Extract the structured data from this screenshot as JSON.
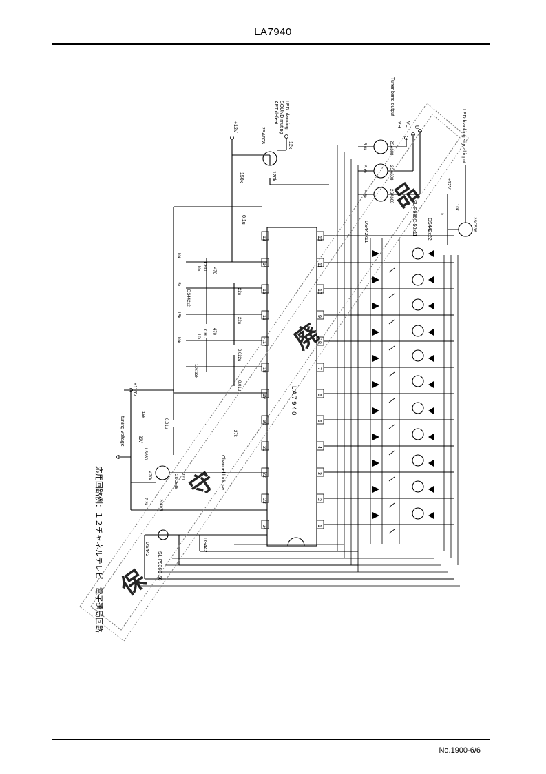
{
  "header": {
    "part_number": "LA7940"
  },
  "footer": {
    "page_number": "No.1900-6/6"
  },
  "diagram": {
    "caption": "応用回路例：１２チャネルテレビ　電子選局回路",
    "ic_label": "L A 7 9 4 0",
    "top_pins": [
      "13",
      "14",
      "15",
      "16",
      "17",
      "18",
      "19",
      "20",
      "21",
      "22",
      "23",
      "24"
    ],
    "bottom_pins": [
      "12",
      "11",
      "10",
      "9",
      "8",
      "7",
      "6",
      "5",
      "4",
      "3",
      "2",
      "1"
    ],
    "labels": {
      "plus12v_top": "+12V",
      "afc_text_1": "AFT defeat",
      "afc_text_2": "SOUND muting",
      "afc_text_3": "LED blanking",
      "tr_2sa608": "2SA608",
      "r_150k": "150k",
      "r_120k": "120k",
      "r_12k": "12k",
      "tuner_band_output": "Tuner band output",
      "band_vh": "VH",
      "band_vl": "VL",
      "band_u": "U",
      "led_blanking_input": "LED blanking signal input",
      "plus12v_right": "+12V",
      "r_10k": "10k",
      "r_1k": "1k",
      "tr_2sc536": "2SC536",
      "r_5_6k_a": "5.6k",
      "r_5_6k_b": "5.6k",
      "r_5_6k_c": "5.6k",
      "tr_2sa608_a": "2SA608",
      "tr_2sa608_b": "2SA608",
      "tr_2sa608_c": "2SA608",
      "c_0_1u": "0.1u",
      "d_ds442x11": "DS442x11",
      "led_sl_p": "SL-P936C-50x11",
      "d_ds442x22": "DS442x22",
      "r_10k_b": "10k",
      "c_10u_a": "10u",
      "chd": "CHD",
      "c_470_a": "470",
      "r_15k_a": "15k",
      "c_22u_a": "22u",
      "ds442x2": "DS442x2",
      "r_15k_b": "15k",
      "c_22u_b": "22u",
      "r_10k_c": "10k",
      "c_10u_b": "10u",
      "chu": "CHU",
      "c_470_b": "470",
      "c_0_022u": "0.022u",
      "r_10k_33k": "10k 33k",
      "c_0_01u_a": "0.01u",
      "plus115v": "+115V",
      "r_15k_c": "15k",
      "c_0_01u_b": "0.01u",
      "tuning_voltage": "tuning voltage",
      "v32": "32V",
      "ls630": "LS630",
      "r_470k": "470k",
      "tr_2sc536b": "2SC536",
      "c_220": "220",
      "r_27k": "27k",
      "channel_lock_sw": "Channel lock sw",
      "r_7_2k": "7.2k",
      "vr_20k": "20kVR",
      "d_ds442": "DS442",
      "led_sl_p_b": "SL-P936C-50",
      "d_ds442_b": "DS442"
    },
    "watermark": [
      "保",
      "守",
      "廃",
      "品"
    ]
  }
}
